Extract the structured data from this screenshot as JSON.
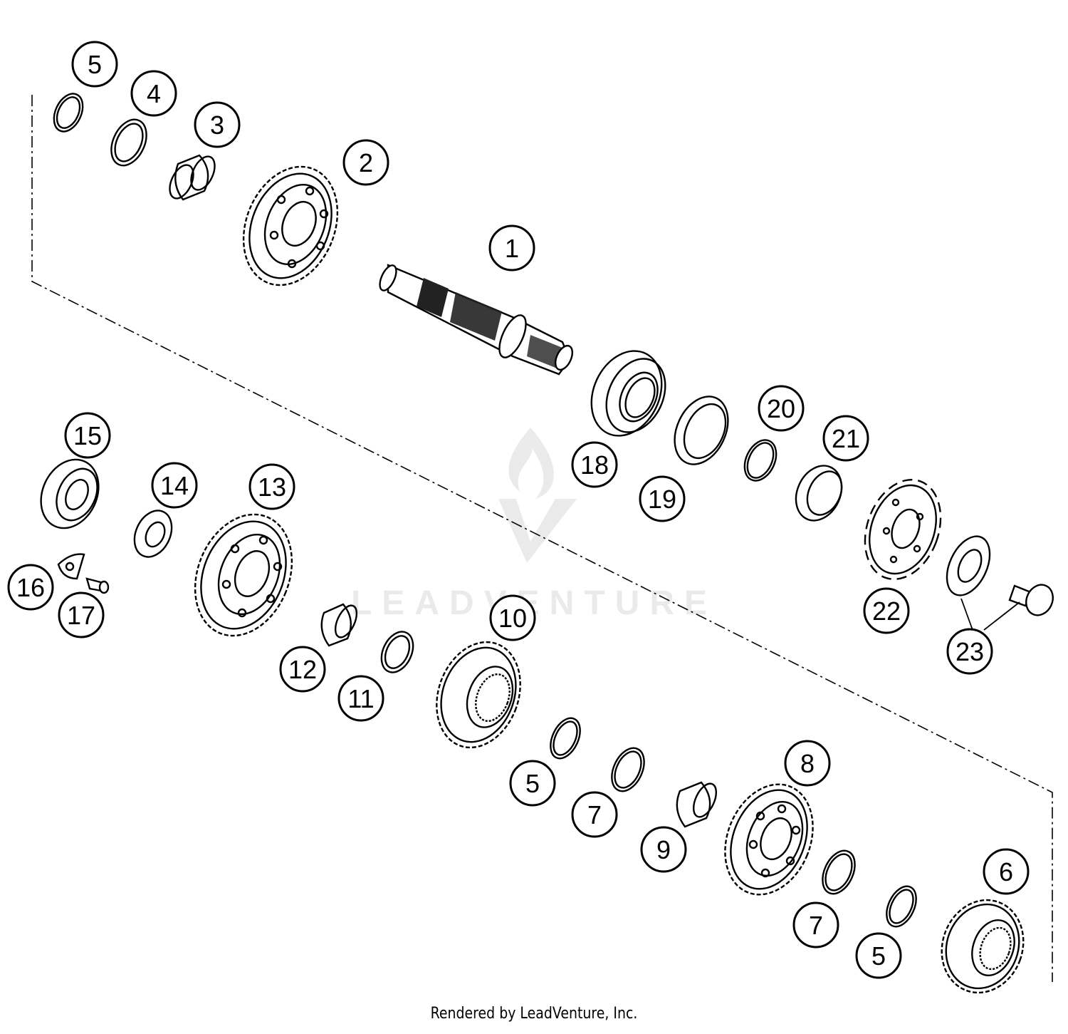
{
  "watermark": {
    "text": "LEADVENTURE"
  },
  "footer": {
    "credit": "Rendered by LeadVenture, Inc."
  },
  "callouts": [
    {
      "id": "c5a",
      "label": "5"
    },
    {
      "id": "c4",
      "label": "4"
    },
    {
      "id": "c3",
      "label": "3"
    },
    {
      "id": "c2",
      "label": "2"
    },
    {
      "id": "c1",
      "label": "1"
    },
    {
      "id": "c18",
      "label": "18"
    },
    {
      "id": "c19",
      "label": "19"
    },
    {
      "id": "c20",
      "label": "20"
    },
    {
      "id": "c21",
      "label": "21"
    },
    {
      "id": "c22",
      "label": "22"
    },
    {
      "id": "c23",
      "label": "23"
    },
    {
      "id": "c15",
      "label": "15"
    },
    {
      "id": "c14",
      "label": "14"
    },
    {
      "id": "c13",
      "label": "13"
    },
    {
      "id": "c16",
      "label": "16"
    },
    {
      "id": "c17",
      "label": "17"
    },
    {
      "id": "c12",
      "label": "12"
    },
    {
      "id": "c11",
      "label": "11"
    },
    {
      "id": "c10",
      "label": "10"
    },
    {
      "id": "c5b",
      "label": "5"
    },
    {
      "id": "c7a",
      "label": "7"
    },
    {
      "id": "c9",
      "label": "9"
    },
    {
      "id": "c8",
      "label": "8"
    },
    {
      "id": "c7b",
      "label": "7"
    },
    {
      "id": "c5c",
      "label": "5"
    },
    {
      "id": "c6",
      "label": "6"
    }
  ]
}
